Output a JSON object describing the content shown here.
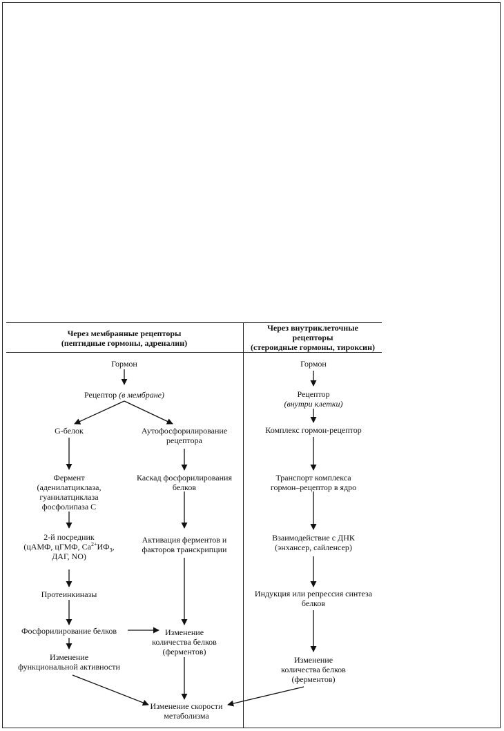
{
  "headers": {
    "left_line1": "Через мембранные рецепторы",
    "left_line2": "(пептидные гормоны, адреналин)",
    "right_line1": "Через внутриклеточные",
    "right_line2": "рецепторы",
    "right_line3": "(стероидные гормоны, тироксин)"
  },
  "left": {
    "hormone": "Гормон",
    "receptor": "Рецептор",
    "receptor_loc": "(в мембране)",
    "g_protein": "G-белок",
    "autophos_1": "Аутофосфорилирование",
    "autophos_2": "рецептора",
    "enzyme_1": "Фермент",
    "enzyme_2": "(аденилатциклаза,",
    "enzyme_3": "гуанилатциклаза",
    "enzyme_4": "фосфолипаза С",
    "cascade_1": "Каскад фосфорилирования",
    "cascade_2": "белков",
    "second_1": "2-й посредник",
    "second_2a": "(цАМФ, цГМФ, Са",
    "second_2sup": "2+",
    "second_2b": "ИФ",
    "second_2sub": "3",
    "second_2c": ",",
    "second_3": "ДАГ, NO)",
    "activation_1": "Активация ферментов и",
    "activation_2": "факторов транскрипции",
    "kinases": "Протеинкиназы",
    "phos_proteins": "Фосфорилирование белков",
    "change_amount_1": "Изменение",
    "change_amount_2": "количества белков",
    "change_amount_3": "(ферментов)",
    "change_func_1": "Изменение",
    "change_func_2": "функциональной активности"
  },
  "right": {
    "hormone": "Гормон",
    "receptor": "Рецептор",
    "receptor_loc": "(внутри клетки)",
    "complex": "Комплекс гормон-рецептор",
    "transport_1": "Транспорт комплекса",
    "transport_2": "гормон–рецептор в ядро",
    "dna_1": "Взаимодействие с ДНК",
    "dna_2": "(энхансер, сайленсер)",
    "induction_1": "Индукция или репрессия синтеза",
    "induction_2": "белков",
    "change_1": "Изменение",
    "change_2": "количества белков",
    "change_3": "(ферментов)"
  },
  "bottom": {
    "metab_1": "Изменение скорости",
    "metab_2": "метаболизма"
  }
}
